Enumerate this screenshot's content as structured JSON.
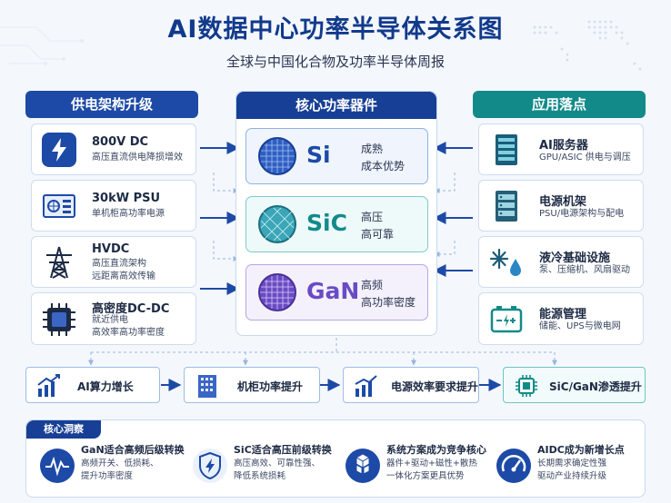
{
  "header": {
    "title": "AI数据中心功率半导体关系图",
    "subtitle": "全球与中国化合物及功率半导体周报"
  },
  "left": {
    "title": "供电架构升级",
    "items": [
      {
        "title": "800V DC",
        "desc": [
          "高压直流供电降损增效"
        ],
        "icon": "lightning-icon"
      },
      {
        "title": "30kW PSU",
        "desc": [
          "单机柜高功率电源"
        ],
        "icon": "psu-icon"
      },
      {
        "title": "HVDC",
        "desc": [
          "高压直流架构",
          "远距离高效传输"
        ],
        "icon": "transmission-tower-icon"
      },
      {
        "title": "高密度DC-DC",
        "desc": [
          "就近供电",
          "高效率高功率密度"
        ],
        "icon": "chip-module-icon"
      }
    ]
  },
  "middle": {
    "title": "核心功率器件",
    "items": [
      {
        "symbol": "Si",
        "desc": [
          "成熟",
          "成本优势"
        ],
        "color": "#1d4aa6",
        "icon": "si-wafer-icon"
      },
      {
        "symbol": "SiC",
        "desc": [
          "高压",
          "高可靠"
        ],
        "color": "#138a8a",
        "icon": "sic-wafer-icon"
      },
      {
        "symbol": "GaN",
        "desc": [
          "高频",
          "高功率密度"
        ],
        "color": "#6a4bc4",
        "icon": "gan-wafer-icon"
      }
    ]
  },
  "right": {
    "title": "应用落点",
    "items": [
      {
        "title": "AI服务器",
        "desc": [
          "GPU/ASIC 供电与调压"
        ],
        "icon": "server-rack-icon"
      },
      {
        "title": "电源机架",
        "desc": [
          "PSU/电源架构与配电"
        ],
        "icon": "power-rack-icon"
      },
      {
        "title": "液冷基础设施",
        "desc": [
          "泵、压缩机、风扇驱动"
        ],
        "icon": "liquid-cooling-icon"
      },
      {
        "title": "能源管理",
        "desc": [
          "储能、UPS与微电网"
        ],
        "icon": "battery-icon"
      }
    ]
  },
  "flow": [
    {
      "label": "AI算力增长",
      "icon": "growth-chart-icon"
    },
    {
      "label": "机柜功率提升",
      "icon": "building-icon"
    },
    {
      "label": "电源效率要求提升",
      "icon": "efficiency-chart-icon"
    },
    {
      "label": "SiC/GaN渗透提升",
      "icon": "chip-icon"
    }
  ],
  "insights": {
    "tag": "核心洞察",
    "items": [
      {
        "title": "GaN适合高频后级转换",
        "desc": [
          "高频开关、低损耗、",
          "提升功率密度"
        ],
        "icon": "waveform-icon"
      },
      {
        "title": "SiC适合高压前级转换",
        "desc": [
          "高压高效、可靠性强、",
          "降低系统损耗"
        ],
        "icon": "shield-bolt-icon"
      },
      {
        "title": "系统方案成为竞争核心",
        "desc": [
          "器件+驱动+磁性+散热",
          "一体化方案更具优势"
        ],
        "icon": "cubes-icon"
      },
      {
        "title": "AIDC成为新增长点",
        "desc": [
          "长期需求确定性强",
          "驱动产业持续升级"
        ],
        "icon": "gauge-icon"
      }
    ]
  },
  "colors": {
    "primary": "#173f95",
    "teal": "#138a8a",
    "purple": "#6a4bc4",
    "arrow": "#1d4aa6"
  }
}
